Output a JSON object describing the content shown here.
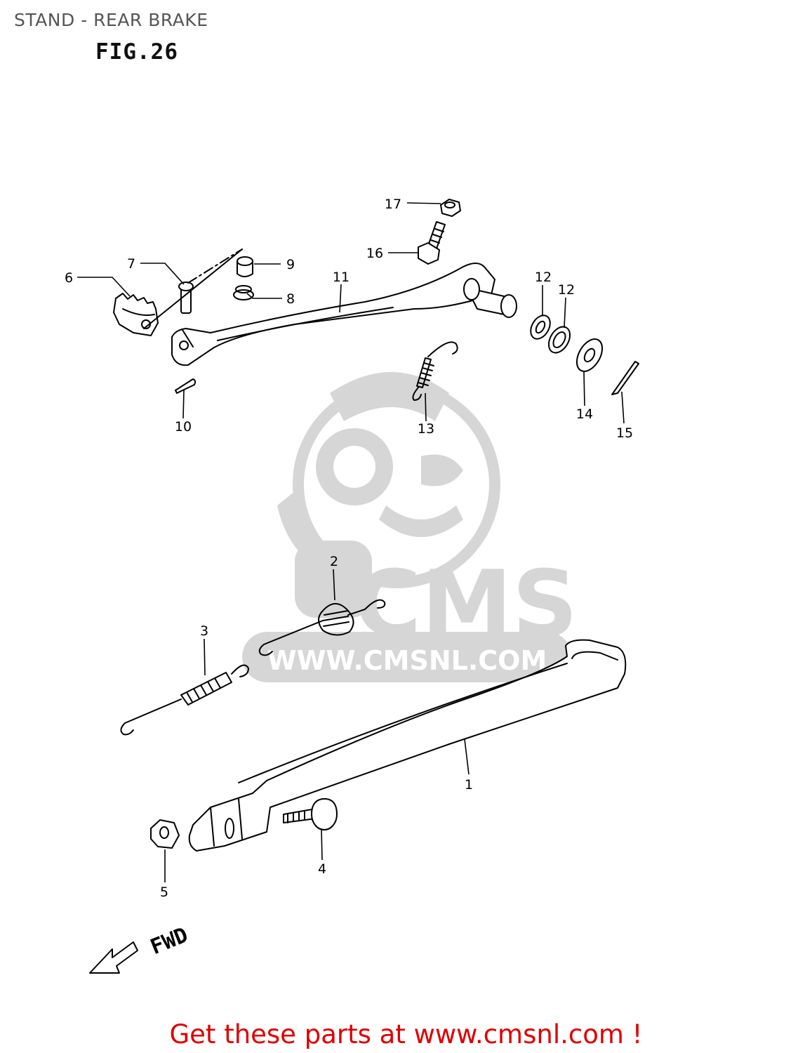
{
  "page_title": "STAND - REAR BRAKE",
  "figure_label": "FIG.26",
  "callouts": [
    {
      "id": "c1",
      "label": "1"
    },
    {
      "id": "c2",
      "label": "2"
    },
    {
      "id": "c3",
      "label": "3"
    },
    {
      "id": "c4",
      "label": "4"
    },
    {
      "id": "c5",
      "label": "5"
    },
    {
      "id": "c6",
      "label": "6"
    },
    {
      "id": "c7",
      "label": "7"
    },
    {
      "id": "c8",
      "label": "8"
    },
    {
      "id": "c9",
      "label": "9"
    },
    {
      "id": "c10",
      "label": "10"
    },
    {
      "id": "c11",
      "label": "11"
    },
    {
      "id": "c12a",
      "label": "12"
    },
    {
      "id": "c12b",
      "label": "12"
    },
    {
      "id": "c13",
      "label": "13"
    },
    {
      "id": "c14",
      "label": "14"
    },
    {
      "id": "c15",
      "label": "15"
    },
    {
      "id": "c16",
      "label": "16"
    },
    {
      "id": "c17",
      "label": "17"
    }
  ],
  "direction_label": "FWD",
  "watermark": {
    "brand": "CMS",
    "url": "WWW.CMSNL.COM"
  },
  "footer_text": "Get these parts at www.cmsnl.com !",
  "colors": {
    "footer": "#dd0000",
    "watermark": "#d6d6d6",
    "line": "#000000"
  }
}
